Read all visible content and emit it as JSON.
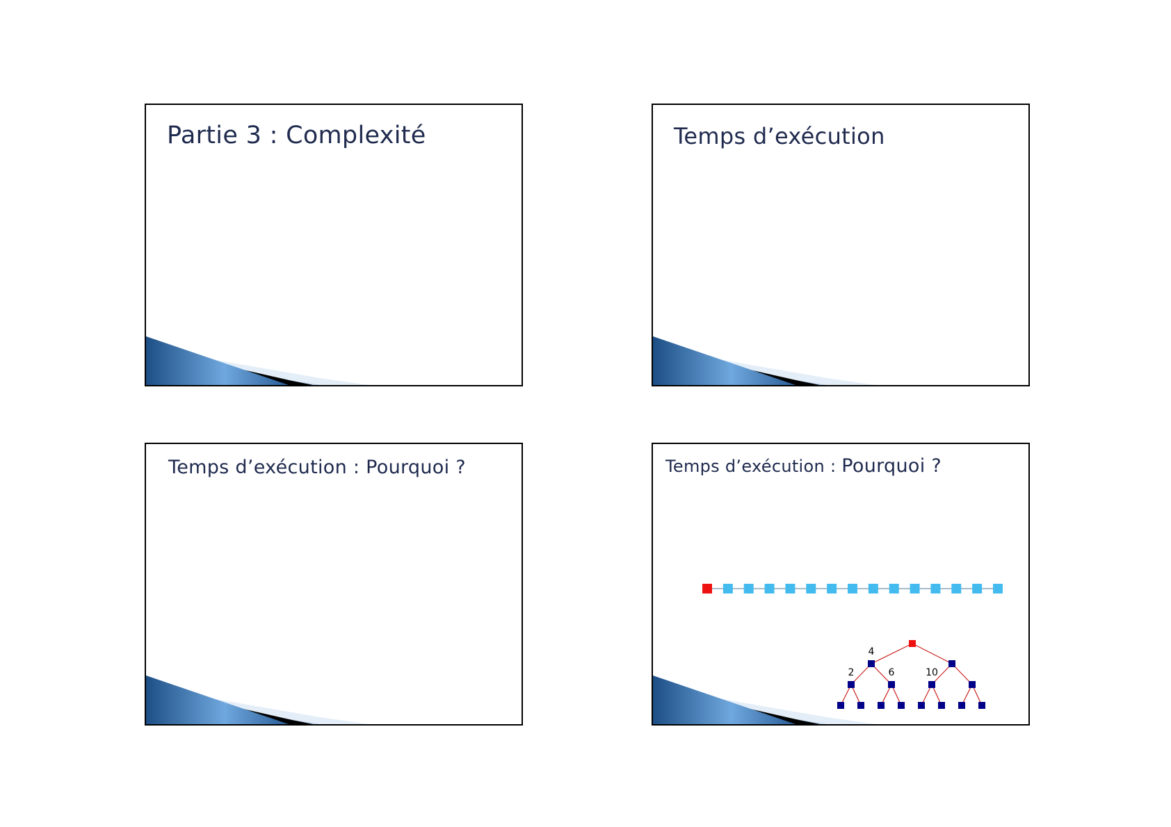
{
  "slides": [
    {
      "title": "Partie 3 : Complexité"
    },
    {
      "title": "Temps d’exécution"
    },
    {
      "title": "Temps d’exécution : Pourquoi ?"
    },
    {
      "title_part1": "Temps d’exécution : ",
      "title_part2": "Pourquoi ?",
      "diagram": {
        "list_head_color": "#ee1111",
        "list_node_color": "#44bbee",
        "list_node_count": 15,
        "tree_root_color": "#ee1111",
        "tree_node_color": "#000088",
        "tree_edge_color": "#cc2222",
        "tree_labels": [
          "4",
          "2",
          "6",
          "10"
        ]
      }
    }
  ],
  "colors": {
    "title_text": "#1f2a4e",
    "swoosh_dark": "#1d4f86",
    "swoosh_light": "#6fa8de"
  }
}
